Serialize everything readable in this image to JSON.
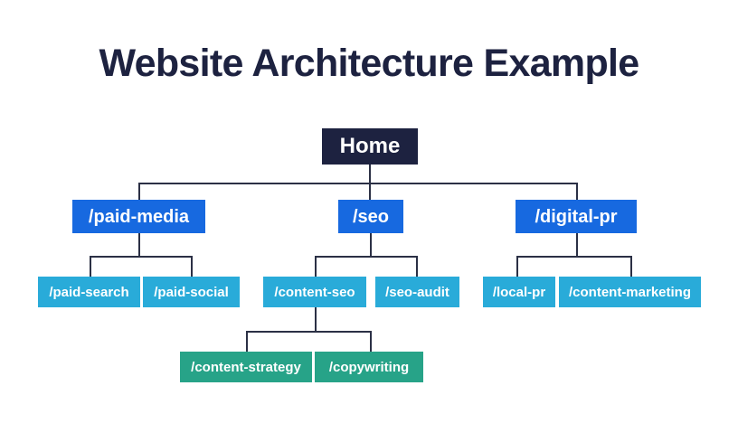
{
  "title": "Website Architecture Example",
  "colors": {
    "background": "#ffffff",
    "title_text": "#1d2240",
    "level_0_node": "#1d2240",
    "level_1_node": "#1769e0",
    "level_2_node": "#29abd9",
    "level_3_node": "#27a388",
    "connector_line": "#2b3045",
    "node_text": "#ffffff"
  },
  "chart_data": {
    "type": "diagram",
    "diagram_kind": "hierarchical-tree",
    "title": "Website Architecture Example",
    "nodes": [
      {
        "id": "home",
        "label": "Home",
        "level": 0,
        "parent": null
      },
      {
        "id": "paid-media",
        "label": "/paid-media",
        "level": 1,
        "parent": "home"
      },
      {
        "id": "seo",
        "label": "/seo",
        "level": 1,
        "parent": "home"
      },
      {
        "id": "digital-pr",
        "label": "/digital-pr",
        "level": 1,
        "parent": "home"
      },
      {
        "id": "paid-search",
        "label": "/paid-search",
        "level": 2,
        "parent": "paid-media"
      },
      {
        "id": "paid-social",
        "label": "/paid-social",
        "level": 2,
        "parent": "paid-media"
      },
      {
        "id": "content-seo",
        "label": "/content-seo",
        "level": 2,
        "parent": "seo"
      },
      {
        "id": "seo-audit",
        "label": "/seo-audit",
        "level": 2,
        "parent": "seo"
      },
      {
        "id": "local-pr",
        "label": "/local-pr",
        "level": 2,
        "parent": "digital-pr"
      },
      {
        "id": "content-marketing",
        "label": "/content-marketing",
        "level": 2,
        "parent": "digital-pr"
      },
      {
        "id": "content-strategy",
        "label": "/content-strategy",
        "level": 3,
        "parent": "content-seo"
      },
      {
        "id": "copywriting",
        "label": "/copywriting",
        "level": 3,
        "parent": "content-seo"
      }
    ],
    "edges": [
      {
        "from": "home",
        "to": "paid-media"
      },
      {
        "from": "home",
        "to": "seo"
      },
      {
        "from": "home",
        "to": "digital-pr"
      },
      {
        "from": "paid-media",
        "to": "paid-search"
      },
      {
        "from": "paid-media",
        "to": "paid-social"
      },
      {
        "from": "seo",
        "to": "content-seo"
      },
      {
        "from": "seo",
        "to": "seo-audit"
      },
      {
        "from": "digital-pr",
        "to": "local-pr"
      },
      {
        "from": "digital-pr",
        "to": "content-marketing"
      },
      {
        "from": "content-seo",
        "to": "content-strategy"
      },
      {
        "from": "content-seo",
        "to": "copywriting"
      }
    ],
    "level_count": 4
  },
  "nodes": {
    "home": {
      "label": "Home"
    },
    "paid_media": {
      "label": "/paid-media"
    },
    "seo": {
      "label": "/seo"
    },
    "digital_pr": {
      "label": "/digital-pr"
    },
    "paid_search": {
      "label": "/paid-search"
    },
    "paid_social": {
      "label": "/paid-social"
    },
    "content_seo": {
      "label": "/content-seo"
    },
    "seo_audit": {
      "label": "/seo-audit"
    },
    "local_pr": {
      "label": "/local-pr"
    },
    "content_marketing": {
      "label": "/content-marketing"
    },
    "content_strategy": {
      "label": "/content-strategy"
    },
    "copywriting": {
      "label": "/copywriting"
    }
  }
}
